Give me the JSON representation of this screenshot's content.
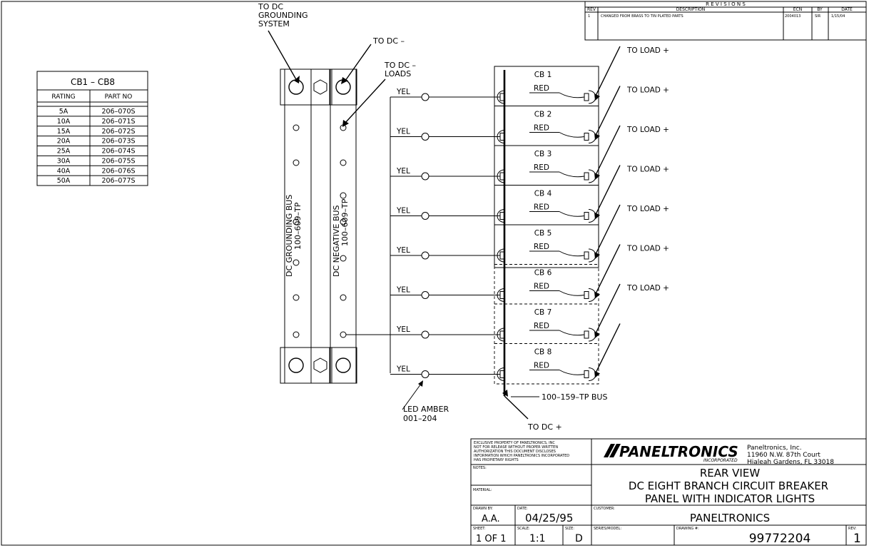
{
  "labels": {
    "to_dc_grounding_line1": "TO DC",
    "to_dc_grounding_line2": "GROUNDING",
    "to_dc_grounding_line3": "SYSTEM",
    "to_dc_minus": "TO DC –",
    "to_dc_loads_line1": "TO DC –",
    "to_dc_loads_line2": "LOADS",
    "grounding_bus_line1": "DC GROUNDING BUS",
    "grounding_bus_line2": "100–609–TP",
    "negative_bus_line1": "DC NEGATIVE BUS",
    "negative_bus_line2": "100–609–TP",
    "led_line1": "LED AMBER",
    "led_line2": "001–204",
    "tp_bus": "100–159–TP BUS",
    "to_dc_plus": "TO DC +"
  },
  "breakers": [
    {
      "name": "CB 1",
      "wire_left": "YEL",
      "wire_right": "RED",
      "load": "TO LOAD +"
    },
    {
      "name": "CB 2",
      "wire_left": "YEL",
      "wire_right": "RED",
      "load": "TO LOAD +"
    },
    {
      "name": "CB 3",
      "wire_left": "YEL",
      "wire_right": "RED",
      "load": "TO LOAD +"
    },
    {
      "name": "CB 4",
      "wire_left": "YEL",
      "wire_right": "RED",
      "load": "TO LOAD +"
    },
    {
      "name": "CB 5",
      "wire_left": "YEL",
      "wire_right": "RED",
      "load": "TO LOAD +"
    },
    {
      "name": "CB 6",
      "wire_left": "YEL",
      "wire_right": "RED",
      "load": "TO LOAD +"
    },
    {
      "name": "CB 7",
      "wire_left": "YEL",
      "wire_right": "RED",
      "load": "TO LOAD +"
    },
    {
      "name": "CB 8",
      "wire_left": "YEL",
      "wire_right": "RED"
    }
  ],
  "table": {
    "title": "CB1 – CB8",
    "headers": [
      "RATING",
      "PART NO"
    ],
    "rows": [
      [
        "5A",
        "206–070S"
      ],
      [
        "10A",
        "206–071S"
      ],
      [
        "15A",
        "206–072S"
      ],
      [
        "20A",
        "206–073S"
      ],
      [
        "25A",
        "206–074S"
      ],
      [
        "30A",
        "206–075S"
      ],
      [
        "40A",
        "206–076S"
      ],
      [
        "50A",
        "206–077S"
      ]
    ]
  },
  "revisions": {
    "title": "R E V I S I O N S",
    "headers": [
      "REV",
      "DESCRIPTION",
      "ECN",
      "BY",
      "DATE"
    ],
    "rows": [
      [
        "1",
        "CHANGED FROM BRASS TO TIN PLATED PARTS",
        "2004013",
        "SIR",
        "1/15/04"
      ]
    ]
  },
  "title_block": {
    "property_line1": "EXCLUSIVE PROPERTY OF PANELTRONICS, INC",
    "property_line2": "NOT FOR RELEASE WITHOUT PROPER WRITTEN",
    "property_line3": "AUTHORIZATION THIS DOCUMENT DISCLOSES",
    "property_line4": "INFORMATION WHICH PANELTRONICS INCORPORATED",
    "property_line5": "HAS PROPIETARY RIGHTS",
    "logo": "PANELTRONICS",
    "logo_sub": "INCORPORATED",
    "company_name": "Paneltronics, Inc.",
    "company_address1": "11960 N.W. 87th Court",
    "company_address2": "Hialeah Gardens, FL 33018",
    "notes_label": "NOTES:",
    "material_label": "MATERIAL:",
    "title_line1": "REAR VIEW",
    "title_line2": "DC EIGHT BRANCH CIRCUIT BREAKER",
    "title_line3": "PANEL WITH INDICATOR LIGHTS",
    "drawn_by_label": "DRAWN BY:",
    "drawn_by": "A.A.",
    "date_label": "DATE:",
    "date": "04/25/95",
    "customer_label": "CUSTOMER:",
    "customer": "PANELTRONICS",
    "sheet_label": "SHEET:",
    "sheet": "1 OF 1",
    "scale_label": "SCALE:",
    "scale": "1:1",
    "size_label": "SIZE:",
    "size": "D",
    "series_label": "SERIES/MODEL:",
    "drawing_label": "DRAWING #:",
    "drawing_no": "99772204",
    "rev_label": "REV:",
    "rev": "1"
  }
}
